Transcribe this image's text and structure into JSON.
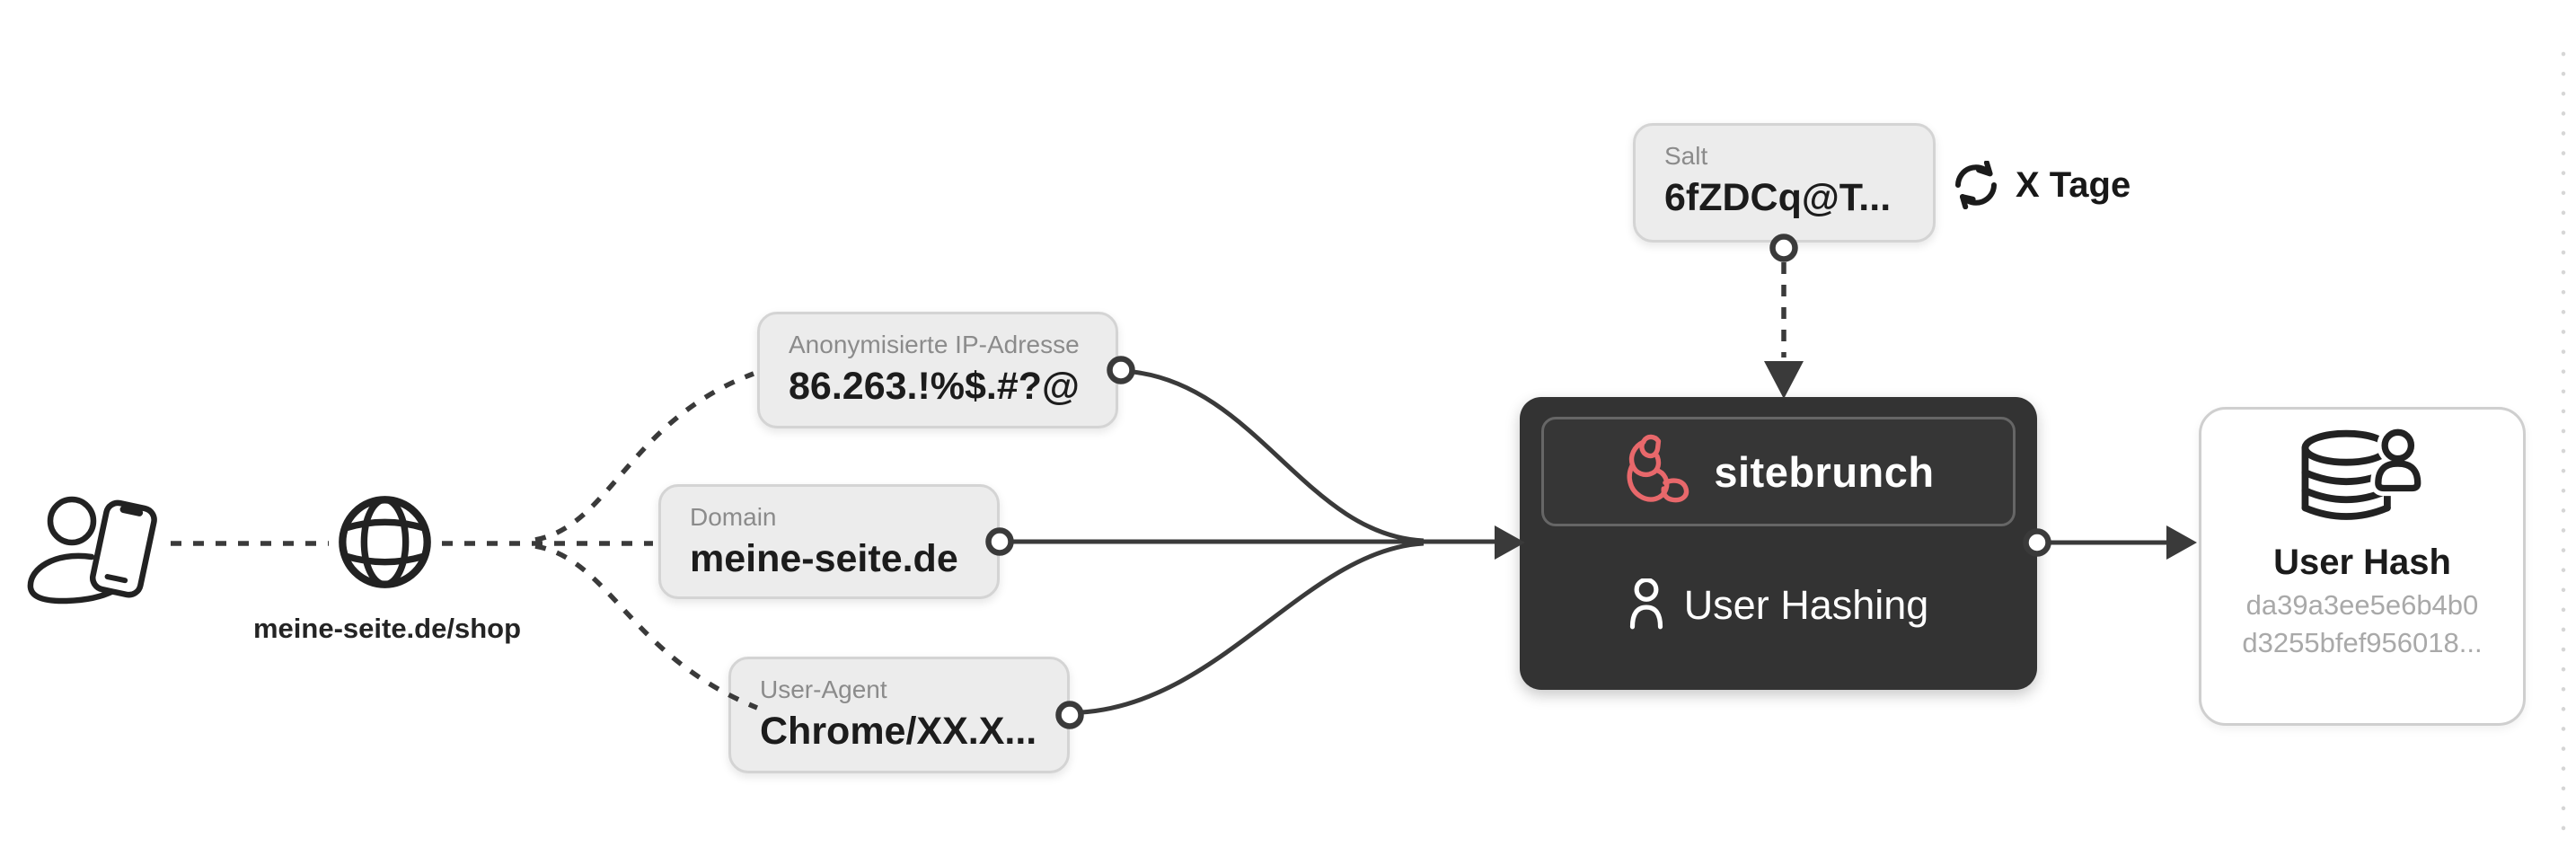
{
  "visitor": {
    "caption": "meine-seite.de/shop"
  },
  "signals": [
    {
      "label": "Anonymisierte IP-Adresse",
      "value": "86.263.!%$.#?@"
    },
    {
      "label": "Domain",
      "value": "meine-seite.de"
    },
    {
      "label": "User-Agent",
      "value": "Chrome/XX.X..."
    }
  ],
  "salt": {
    "label": "Salt",
    "value": "6fZDCq@T...",
    "rotation_label": "X Tage"
  },
  "processor": {
    "brand": "sitebrunch",
    "function_label": "User Hashing"
  },
  "result": {
    "title": "User Hash",
    "hash_lines": [
      "da39a3ee5e6b4b0",
      "d3255bfef956018..."
    ]
  },
  "icons": [
    "user-with-phone-icon",
    "globe-icon",
    "refresh-icon",
    "croissant-icon",
    "user-icon",
    "user-database-icon"
  ],
  "colors": {
    "brand_accent": "#e8686b",
    "processor_bg": "#333333",
    "chip_fill": "#ececec",
    "chip_border": "#d4d4d4",
    "line": "#3a3a3a",
    "label_gray": "#8b8b8b",
    "hash_gray": "#a9a9a9"
  }
}
